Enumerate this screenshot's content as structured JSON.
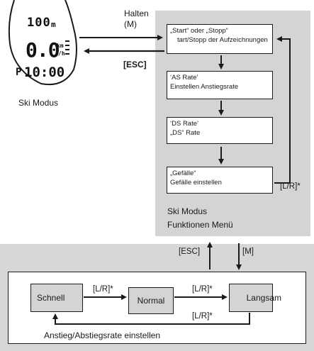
{
  "device": {
    "altitude": "100",
    "altitude_unit": "m",
    "speed": "0.0",
    "speed_unit_top": "km",
    "speed_unit_bottom": "/h",
    "time_prefix": "P",
    "time": "10:00",
    "caption": "Ski Modus"
  },
  "labels": {
    "hold": "Halten",
    "hold_key": "(M)",
    "esc": "[ESC]",
    "lr_menu": "[L/R]*",
    "menu_caption_line1": "Ski Modus",
    "menu_caption_line2": "Funktionen Menü",
    "esc_bottom": "[ESC]",
    "m_bottom": "[M]"
  },
  "menu_items": [
    {
      "title": "„Start“ oder „Stopp“",
      "desc": "tart/Stopp der Aufzeichnungen"
    },
    {
      "title": "‘AS Rate’",
      "desc": "Einstellen Anstiegsrate"
    },
    {
      "title": "‘DS Rate’",
      "desc": "„DS“ Rate"
    },
    {
      "title": "„Gefälle“",
      "desc": "Gefälle einstellen"
    }
  ],
  "modes": {
    "items": [
      "Schnell",
      "Normal",
      "Langsam"
    ],
    "lr_1": "[L/R]*",
    "lr_2": "[L/R]*",
    "lr_3": "[L/R]*",
    "caption": "Anstieg/Abstiegsrate einstellen"
  },
  "colors": {
    "panel": "#d4d4d4",
    "line": "#1a1a1a",
    "box": "#ffffff"
  }
}
